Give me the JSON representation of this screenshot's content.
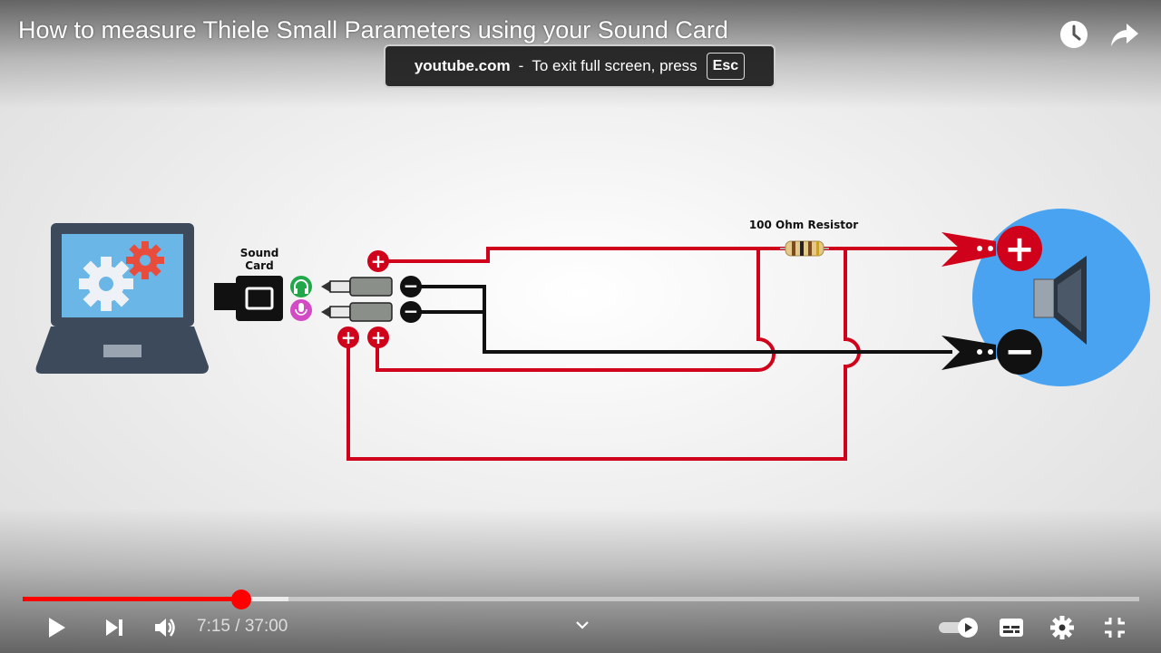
{
  "video": {
    "title": "How to measure Thiele Small Parameters using your Sound Card",
    "icons": {
      "watch_later": "clock-icon",
      "share": "share-arrow-icon"
    }
  },
  "fullscreen_toast": {
    "domain": "youtube.com",
    "separator": "-",
    "message": "To exit full screen, press",
    "key": "Esc"
  },
  "diagram": {
    "sound_card_label_line1": "Sound",
    "sound_card_label_line2": "Card",
    "resistor_label": "100 Ohm Resistor",
    "plus_symbol": "+",
    "minus_symbol": "−",
    "colors": {
      "wire_red": "#d0021b",
      "wire_black": "#111111",
      "speaker_bg": "#4aa3f0",
      "laptop_body": "#3d4a5c",
      "laptop_screen": "#6ab6e6",
      "gear_red": "#e84c3d"
    }
  },
  "player": {
    "progress_fraction": 0.196,
    "buffer_fraction": 0.238,
    "current_time": "7:15",
    "time_separator": "/",
    "duration": "37:00",
    "accent": "#ff0000",
    "icons": {
      "play": "play-icon",
      "next": "next-icon",
      "volume": "volume-icon",
      "chevron": "chevron-down-icon",
      "autoplay": "autoplay-toggle-icon",
      "subtitles": "subtitles-icon",
      "settings": "gear-icon",
      "exit_fullscreen": "exit-fullscreen-icon"
    }
  }
}
